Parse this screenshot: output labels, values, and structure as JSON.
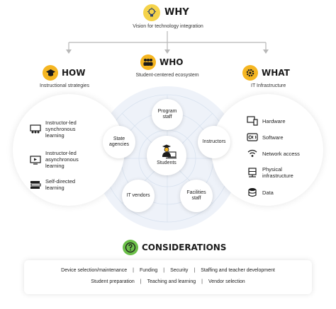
{
  "why": {
    "title": "WHY",
    "subtitle": "Vision for technology integration"
  },
  "how": {
    "title": "HOW",
    "subtitle": "Instructional strategies",
    "items": [
      {
        "label": "Instructor-led synchronous learning",
        "icon": "classroom-icon"
      },
      {
        "label": "Instructor-led asynchronous learning",
        "icon": "video-lesson-icon"
      },
      {
        "label": "Self-directed learning",
        "icon": "books-icon"
      }
    ]
  },
  "who": {
    "title": "WHO",
    "subtitle": "Student-centered ecosystem",
    "center": "Students",
    "nodes": [
      "Program staff",
      "Instructors",
      "Facilities staff",
      "IT vendors",
      "State agencies"
    ]
  },
  "what": {
    "title": "WHAT",
    "subtitle": "IT Infrastructure",
    "items": [
      {
        "label": "Hardware",
        "icon": "devices-icon"
      },
      {
        "label": "Software",
        "icon": "code-window-icon"
      },
      {
        "label": "Network access",
        "icon": "wifi-icon"
      },
      {
        "label": "Physical infrastructure",
        "icon": "server-icon"
      },
      {
        "label": "Data",
        "icon": "database-icon"
      }
    ]
  },
  "considerations": {
    "title": "CONSIDERATIONS",
    "row1": [
      "Device selection/maintenance",
      "Funding",
      "Security",
      "Staffing and teacher development"
    ],
    "row2": [
      "Student preparation",
      "Teaching and learning",
      "Vendor selection"
    ]
  },
  "colors": {
    "accent": "#f5b622",
    "dark": "#1b1b1b",
    "grid": "#d8e2ef"
  }
}
